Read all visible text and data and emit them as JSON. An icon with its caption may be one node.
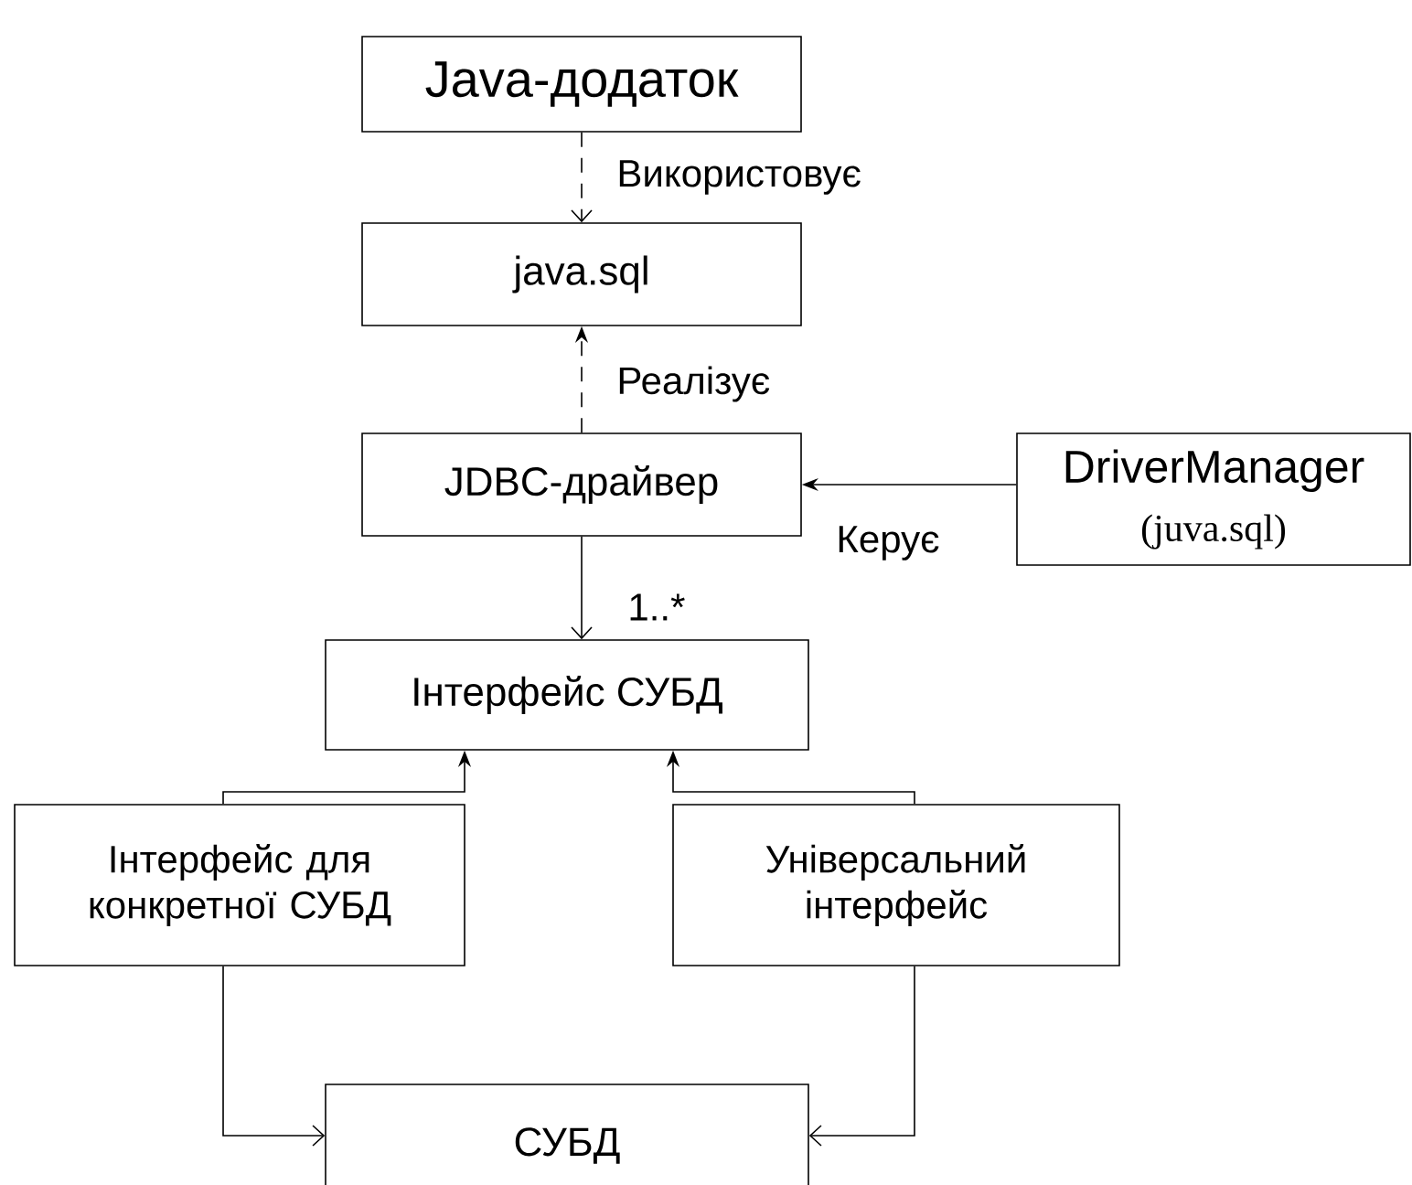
{
  "diagram": {
    "nodes": [
      {
        "text": [
          "Java-додаток"
        ]
      },
      {
        "text": [
          "java.sql"
        ]
      },
      {
        "text": [
          "JDBC-драйвер"
        ]
      },
      {
        "text": [
          "DriverManager",
          "(juva.sql)"
        ]
      },
      {
        "text": [
          "Інтерфейс СУБД"
        ]
      },
      {
        "text": [
          "Інтерфейс для конкретної СУБД"
        ]
      },
      {
        "text": [
          "Універсальний інтерфейс"
        ]
      },
      {
        "text": [
          "СУБД"
        ]
      }
    ],
    "edges": [
      {
        "from": 0,
        "to": 1,
        "arrow": "to",
        "style": "dashed",
        "label": "Використовує"
      },
      {
        "from": 2,
        "to": 1,
        "arrow": "to",
        "style": "dashed",
        "label": "Реалізує"
      },
      {
        "from": 3,
        "to": 2,
        "arrow": "to",
        "label": "Керує"
      },
      {
        "from": 2,
        "to": 4,
        "arrow": "to",
        "label": "1..*"
      },
      {
        "from": 5,
        "to": 4,
        "arrow": "to"
      },
      {
        "from": 6,
        "to": 4,
        "arrow": "to"
      },
      {
        "from": 5,
        "to": 7,
        "arrow": "to"
      },
      {
        "from": 6,
        "to": 7,
        "arrow": "to"
      }
    ]
  }
}
